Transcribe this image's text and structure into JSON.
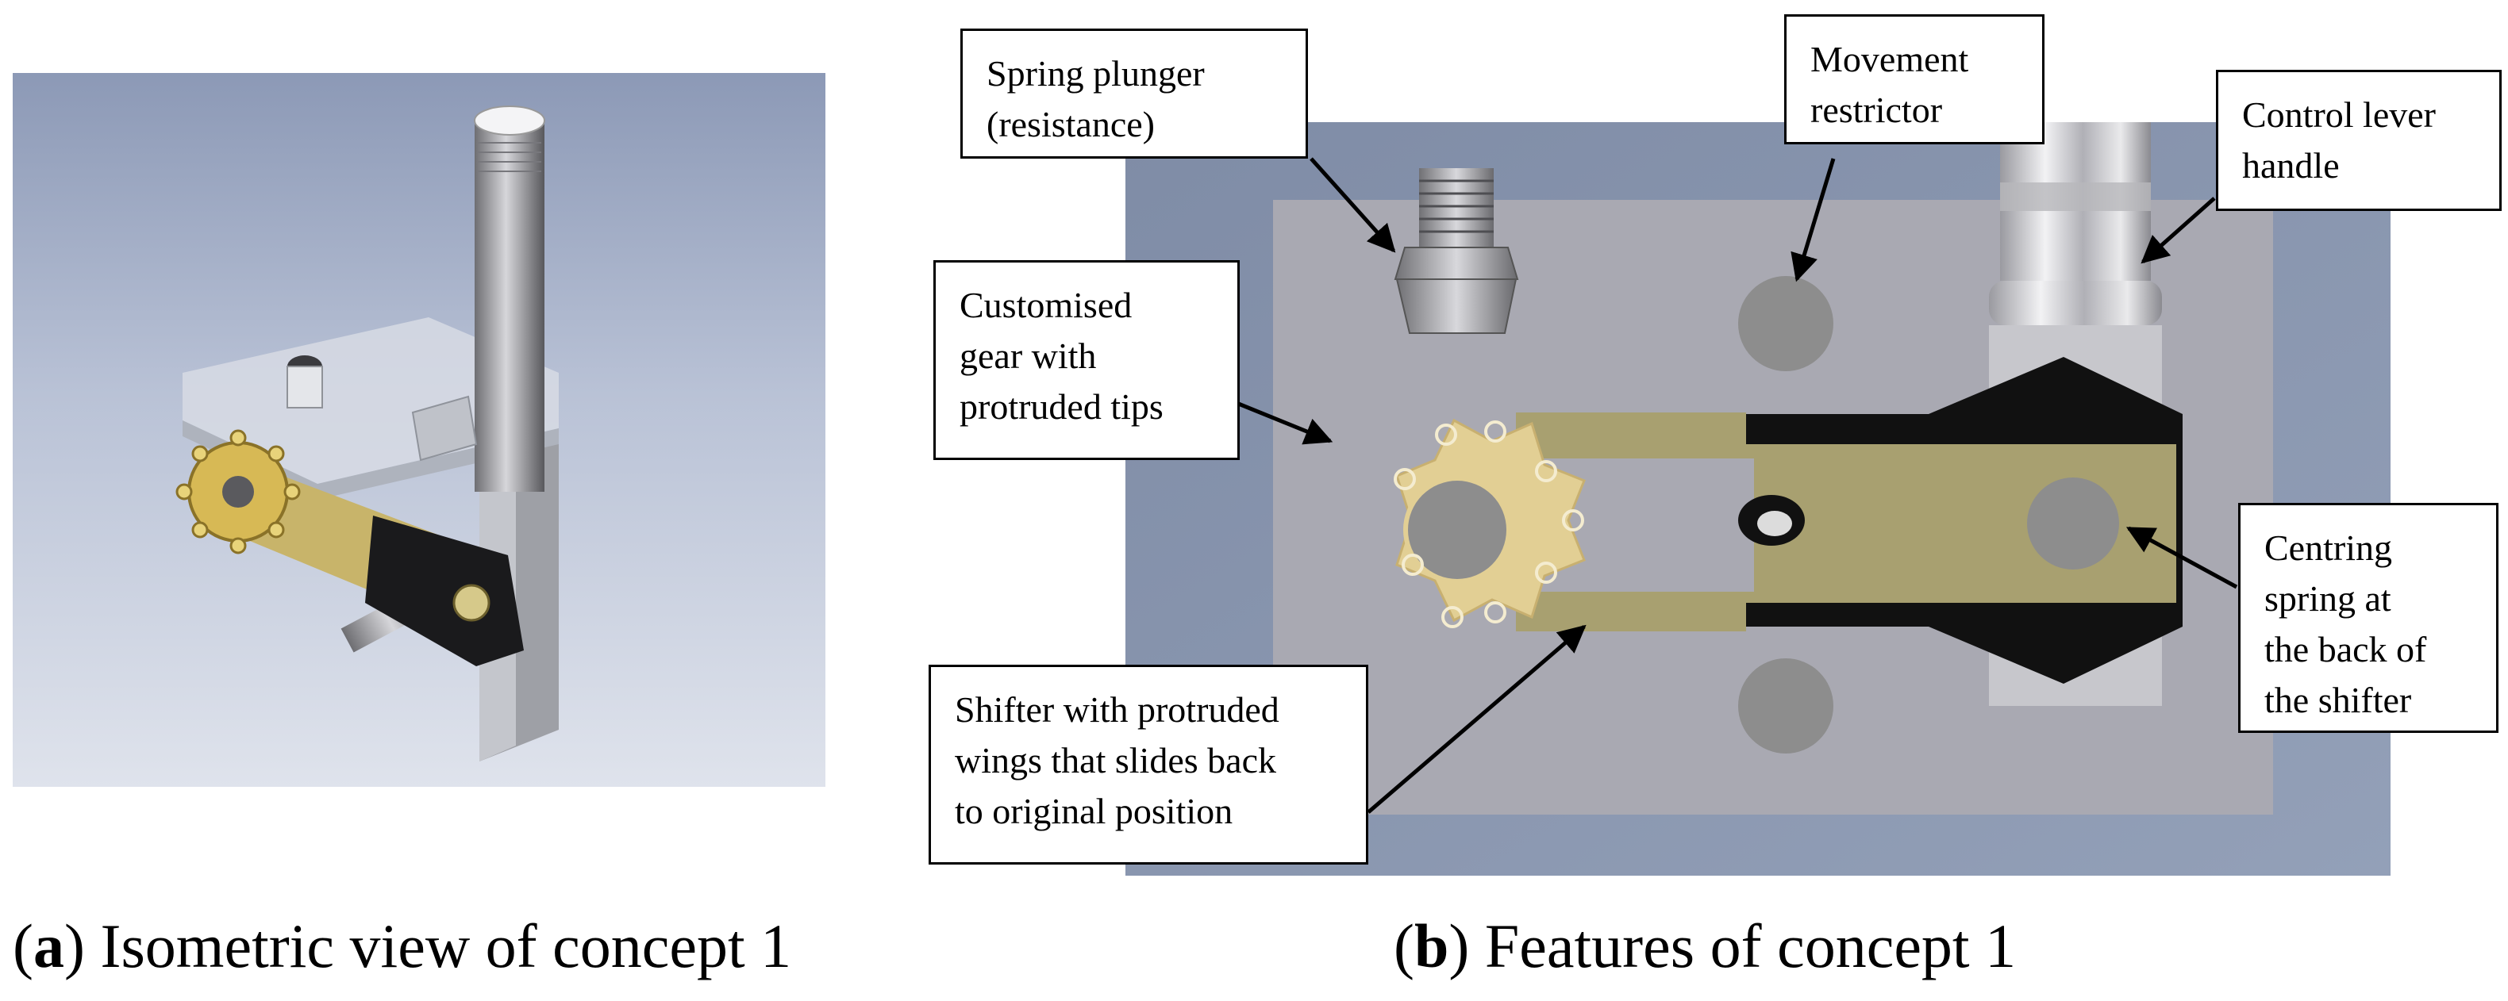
{
  "panel_a": {
    "caption_prefix": "(",
    "caption_letter": "a",
    "caption_suffix": ")",
    "caption_text": "Isometric view of concept 1"
  },
  "panel_b": {
    "caption_prefix": "(",
    "caption_letter": "b",
    "caption_suffix": ")",
    "caption_text": "Features of concept 1",
    "callouts": {
      "spring_plunger": "Spring plunger\n(resistance)",
      "movement_restrictor": "Movement\nrestrictor",
      "control_lever_handle": "Control lever\nhandle",
      "customised_gear": "Customised\ngear with\nprotruded tips",
      "centring_spring": "Centring\nspring at\nthe back of\nthe shifter",
      "shifter": "Shifter with protruded\nwings that slides back\nto original position"
    }
  },
  "colors": {
    "background_plate": "#8793aa",
    "inner_plate": "#a9a9b2",
    "brass": "#a8a070",
    "gear": "#e2cf94",
    "black_part": "#111111",
    "restrictor": "#8d8d8d"
  }
}
